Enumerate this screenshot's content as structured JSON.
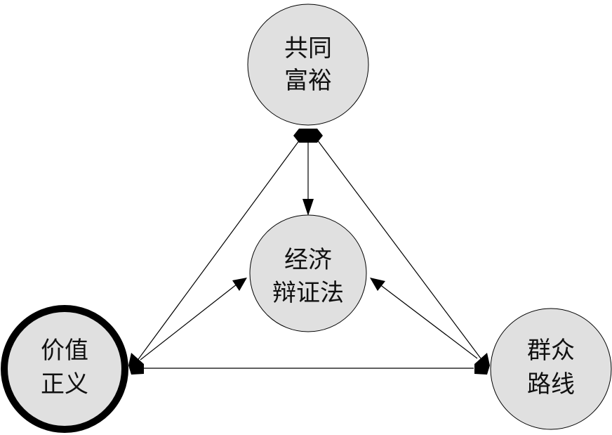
{
  "diagram": {
    "nodes": {
      "common_prosperity": {
        "line1": "共同",
        "line2": "富裕"
      },
      "economic_dialectics": {
        "line1": "经济",
        "line2": "辩证法"
      },
      "value_justice": {
        "line1": "价值",
        "line2": "正义"
      },
      "mass_line": {
        "line1": "群众",
        "line2": "路线"
      }
    },
    "colors": {
      "node_fill": "#e0e0e0",
      "stroke": "#000000",
      "text": "#111111"
    }
  }
}
